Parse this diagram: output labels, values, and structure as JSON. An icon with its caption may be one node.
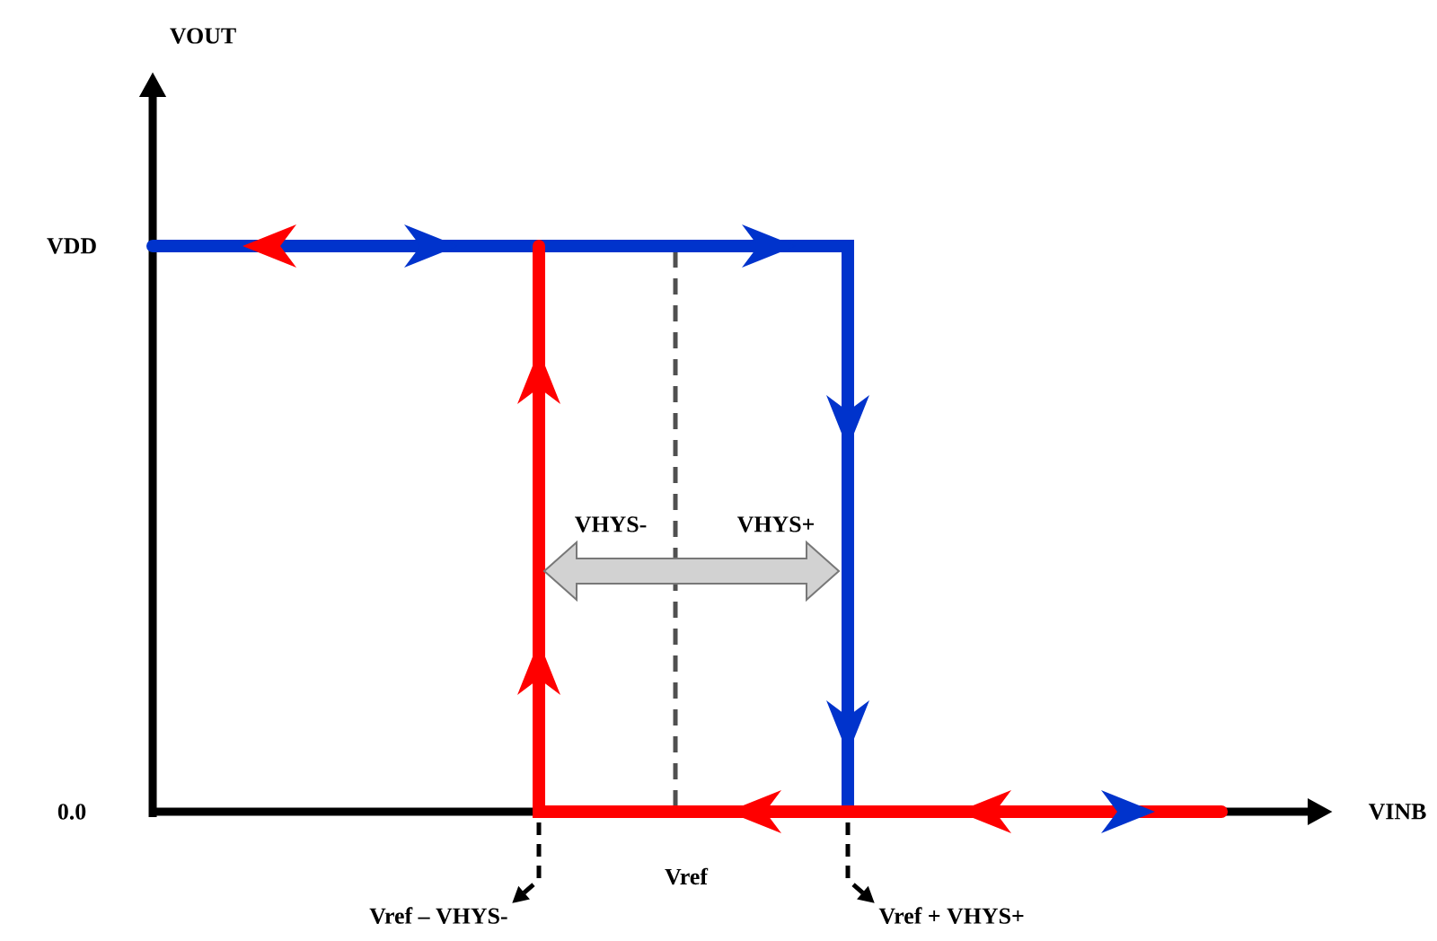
{
  "diagram": {
    "nodes": [
      {
        "text": [
          "Vref – VHYS-"
        ]
      },
      {
        "text": [
          "Vref + VHYS+"
        ]
      }
    ],
    "edges": [
      {
        "from": null,
        "to": 0,
        "arrow": "to",
        "style": "dashed"
      },
      {
        "from": null,
        "to": 1,
        "arrow": "to",
        "style": "dashed"
      }
    ],
    "labels": [
      "VOUT",
      "VDD",
      "VHYS-",
      "VHYS+",
      "0.0",
      "VINB",
      "Vref"
    ]
  }
}
